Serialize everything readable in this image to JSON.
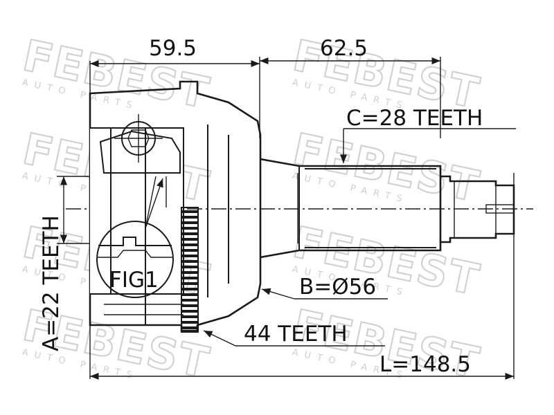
{
  "watermark": {
    "brand": "FEBEST",
    "sub": "AUTO PARTS"
  },
  "dimensions": {
    "length_left": "59.5",
    "length_right": "62.5",
    "outer_spline": "C=28 TEETH",
    "seal_diameter": "B=Ø56",
    "abs_ring": "44 TEETH",
    "total_length": "L=148.5",
    "inner_spline": "A=22 TEETH",
    "figure_label": "FIG1"
  },
  "colors": {
    "line": "#1a1a1a",
    "watermark": "#d2d2d2",
    "background": "#ffffff"
  }
}
